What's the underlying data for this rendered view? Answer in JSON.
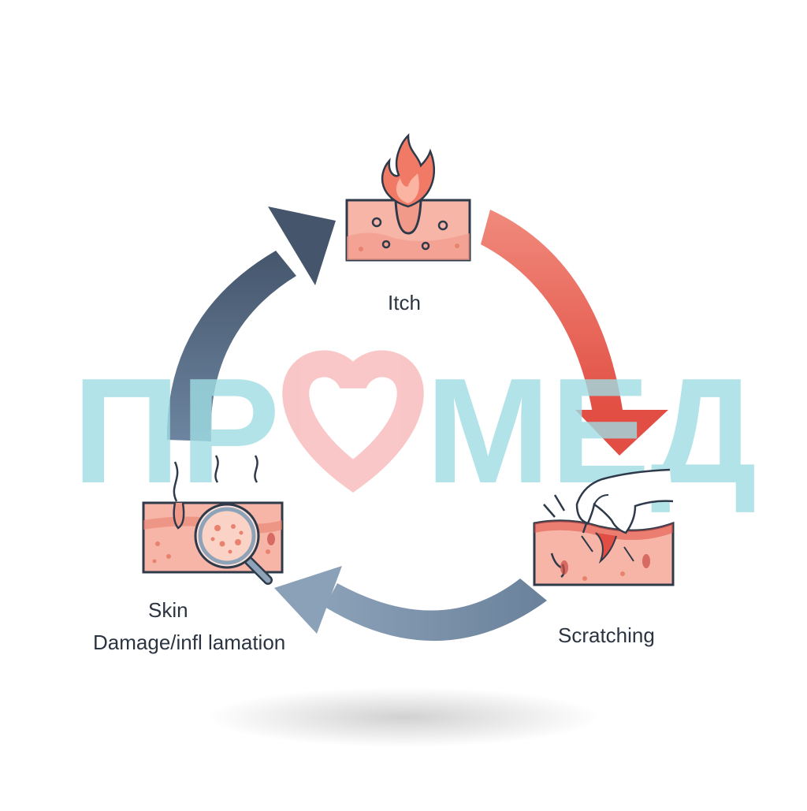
{
  "diagram": {
    "type": "cycle",
    "nodes": [
      {
        "id": "itch",
        "label": "Itch",
        "icon": "flame-on-skin-icon"
      },
      {
        "id": "scratching",
        "label": "Scratching",
        "icon": "hand-scratching-skin-icon"
      },
      {
        "id": "skin",
        "label_line1": "Skin",
        "label_line2": "Damage/infl lamation",
        "icon": "magnifier-on-skin-icon"
      }
    ],
    "edges": [
      {
        "from": "itch",
        "to": "scratching",
        "color": "#e35a4f"
      },
      {
        "from": "scratching",
        "to": "skin",
        "color": "#6f8aa5"
      },
      {
        "from": "skin",
        "to": "itch",
        "color": "#4e6077"
      }
    ]
  },
  "watermark": {
    "text_left": "ПР",
    "text_right": "МЕД",
    "color": "#9fdde3",
    "heart_color": "#f7b9b9"
  },
  "colors": {
    "skin_fill": "#f7b5a8",
    "skin_border": "#2e3a4a",
    "skin_spots": "#e8826f",
    "flame": "#f07a66"
  }
}
